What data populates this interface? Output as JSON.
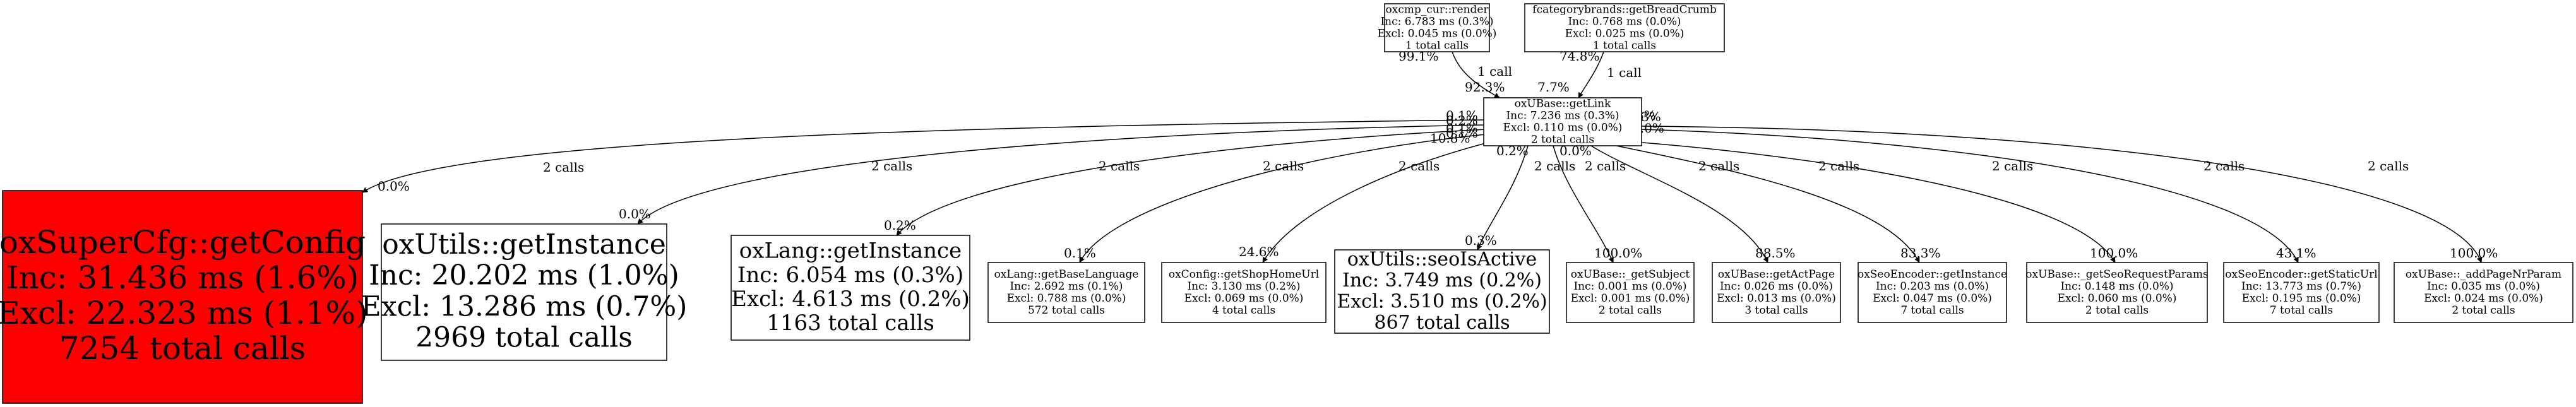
{
  "graph": {
    "nodes": [
      {
        "id": "render",
        "lines": [
          "oxcmp_cur::render",
          "Inc: 6.783 ms (0.3%)",
          "Excl: 0.045 ms (0.0%)",
          "1 total calls"
        ]
      },
      {
        "id": "breadcrumb",
        "lines": [
          "fcategorybrands::getBreadCrumb",
          "Inc: 0.768 ms (0.0%)",
          "Excl: 0.025 ms (0.0%)",
          "1 total calls"
        ]
      },
      {
        "id": "getlink",
        "lines": [
          "oxUBase::getLink",
          "Inc: 7.236 ms (0.3%)",
          "Excl: 0.110 ms (0.0%)",
          "2 total calls"
        ]
      },
      {
        "id": "getconfig",
        "fill": "#ff0000",
        "lines": [
          "oxSuperCfg::getConfig",
          "Inc: 31.436 ms (1.6%)",
          "Excl: 22.323 ms (1.1%)",
          "7254 total calls"
        ]
      },
      {
        "id": "utils_instance",
        "lines": [
          "oxUtils::getInstance",
          "Inc: 20.202 ms (1.0%)",
          "Excl: 13.286 ms (0.7%)",
          "2969 total calls"
        ]
      },
      {
        "id": "lang_instance",
        "lines": [
          "oxLang::getInstance",
          "Inc: 6.054 ms (0.3%)",
          "Excl: 4.613 ms (0.2%)",
          "1163 total calls"
        ]
      },
      {
        "id": "baselang",
        "lines": [
          "oxLang::getBaseLanguage",
          "Inc: 2.692 ms (0.1%)",
          "Excl: 0.788 ms (0.0%)",
          "572 total calls"
        ]
      },
      {
        "id": "shophome",
        "lines": [
          "oxConfig::getShopHomeUrl",
          "Inc: 3.130 ms (0.2%)",
          "Excl: 0.069 ms (0.0%)",
          "4 total calls"
        ]
      },
      {
        "id": "seoactive",
        "lines": [
          "oxUtils::seoIsActive",
          "Inc: 3.749 ms (0.2%)",
          "Excl: 3.510 ms (0.2%)",
          "867 total calls"
        ]
      },
      {
        "id": "getsubject",
        "lines": [
          "oxUBase::_getSubject",
          "Inc: 0.001 ms (0.0%)",
          "Excl: 0.001 ms (0.0%)",
          "2 total calls"
        ]
      },
      {
        "id": "actpage",
        "lines": [
          "oxUBase::getActPage",
          "Inc: 0.026 ms (0.0%)",
          "Excl: 0.013 ms (0.0%)",
          "3 total calls"
        ]
      },
      {
        "id": "seoencoder",
        "lines": [
          "oxSeoEncoder::getInstance",
          "Inc: 0.203 ms (0.0%)",
          "Excl: 0.047 ms (0.0%)",
          "7 total calls"
        ]
      },
      {
        "id": "seoparams",
        "lines": [
          "oxUBase::_getSeoRequestParams",
          "Inc: 0.148 ms (0.0%)",
          "Excl: 0.060 ms (0.0%)",
          "2 total calls"
        ]
      },
      {
        "id": "staticurl",
        "lines": [
          "oxSeoEncoder::getStaticUrl",
          "Inc: 13.773 ms (0.7%)",
          "Excl: 0.195 ms (0.0%)",
          "7 total calls"
        ]
      },
      {
        "id": "addpage",
        "lines": [
          "oxUBase::_addPageNrParam",
          "Inc: 0.035 ms (0.0%)",
          "Excl: 0.024 ms (0.0%)",
          "2 total calls"
        ]
      }
    ],
    "edges": [
      {
        "from": "render",
        "to": "getlink",
        "label": "1 call",
        "from_pct": "99.1%",
        "to_pct": "92.3%"
      },
      {
        "from": "breadcrumb",
        "to": "getlink",
        "label": "1 call",
        "from_pct": "74.8%",
        "to_pct": "7.7%"
      },
      {
        "from": "getlink",
        "to": "getconfig",
        "label": "2 calls",
        "from_pct": "0.1%",
        "to_pct": "0.0%"
      },
      {
        "from": "getlink",
        "to": "utils_instance",
        "label": "2 calls",
        "from_pct": "0.2%",
        "to_pct": "0.0%"
      },
      {
        "from": "getlink",
        "to": "lang_instance",
        "label": "2 calls",
        "from_pct": "0.1%",
        "to_pct": "0.2%"
      },
      {
        "from": "getlink",
        "to": "baselang",
        "label": "2 calls",
        "from_pct": "0.1%",
        "to_pct": "0.1%"
      },
      {
        "from": "getlink",
        "to": "shophome",
        "label": "2 calls",
        "from_pct": "10.8%",
        "to_pct": "24.6%"
      },
      {
        "from": "getlink",
        "to": "seoactive",
        "label": "2 calls",
        "from_pct": "0.2%",
        "to_pct": "0.3%"
      },
      {
        "from": "getlink",
        "to": "getsubject",
        "label": "2 calls",
        "from_pct": "0.0%",
        "to_pct": "100.0%"
      },
      {
        "from": "getlink",
        "to": "actpage",
        "label": "2 calls",
        "from_pct": "0.3%",
        "to_pct": "88.5%"
      },
      {
        "from": "getlink",
        "to": "seoencoder",
        "label": "2 calls",
        "from_pct": "2.3%",
        "to_pct": "83.3%"
      },
      {
        "from": "getlink",
        "to": "seoparams",
        "label": "2 calls",
        "from_pct": "2.0%",
        "to_pct": "100.0%"
      },
      {
        "from": "getlink",
        "to": "staticurl",
        "label": "2 calls",
        "from_pct": "83.8%",
        "to_pct": "43.1%"
      },
      {
        "from": "getlink",
        "to": "addpage",
        "label": "2 calls",
        "from_pct": "0.5%",
        "to_pct": "100.0%"
      }
    ]
  }
}
